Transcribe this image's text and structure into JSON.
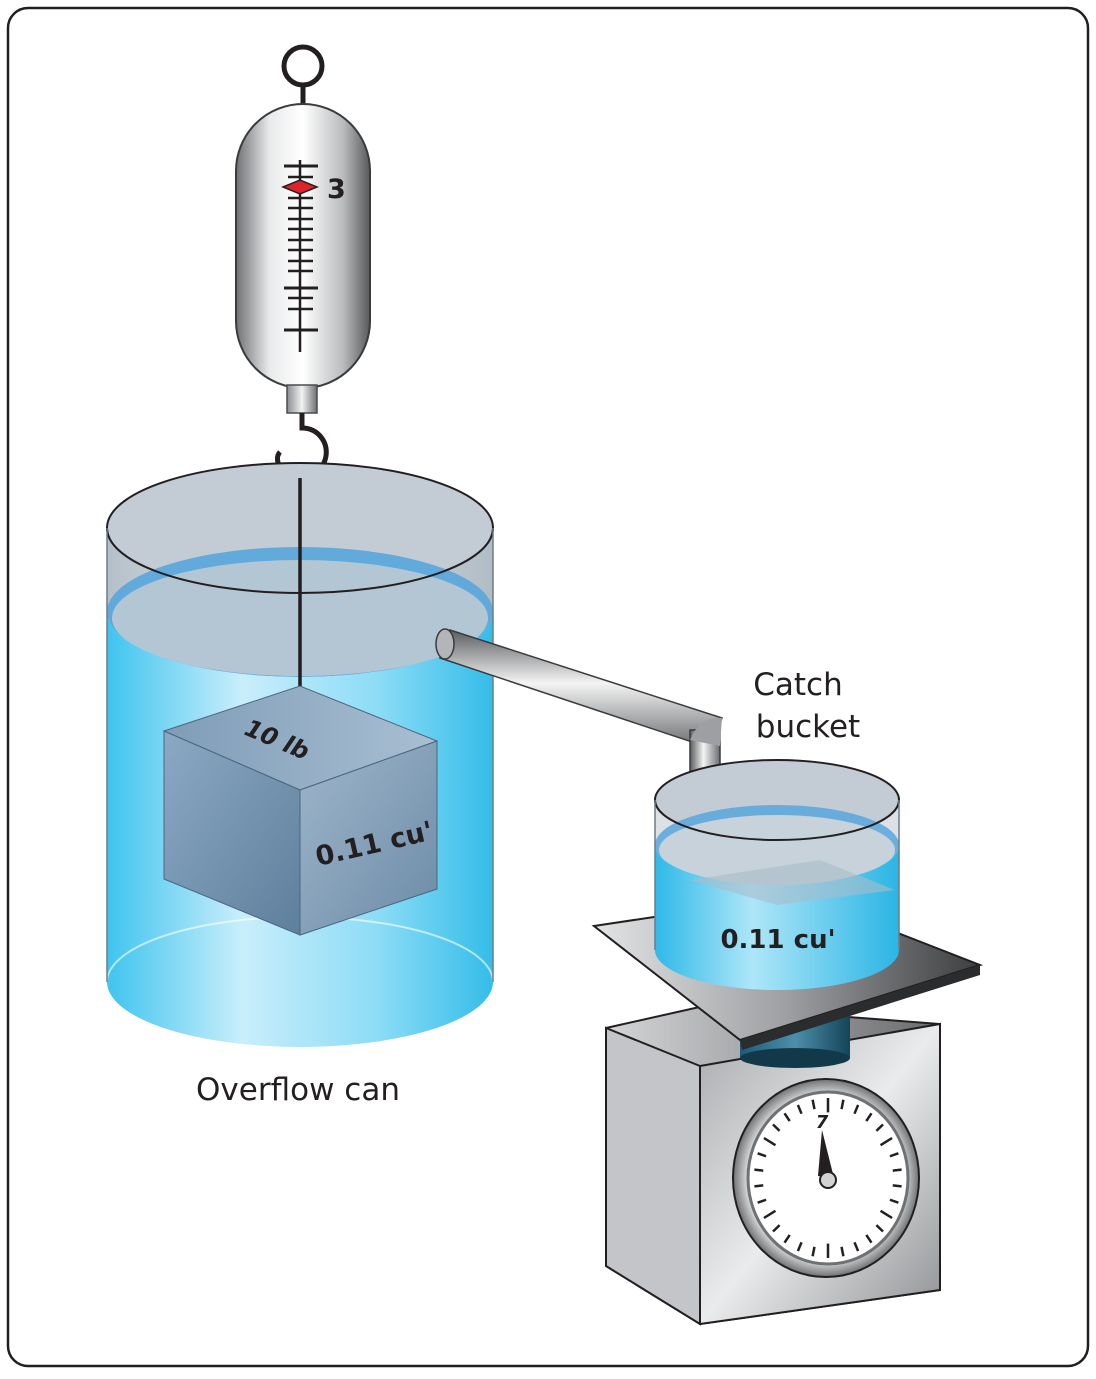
{
  "diagram": {
    "spring_scale": {
      "reading": "3"
    },
    "weight_block": {
      "weight": "10 lb",
      "volume": "0.11 cu'"
    },
    "overflow_can": {
      "label": "Overflow can"
    },
    "catch_bucket": {
      "label_line1": "Catch",
      "label_line2": "bucket",
      "volume": "0.11 cu'"
    },
    "platform_scale": {
      "reading": "7"
    },
    "colors": {
      "water": "#5ccdf0",
      "metal": "#8a8c8f",
      "marker": "#e0232b"
    }
  }
}
